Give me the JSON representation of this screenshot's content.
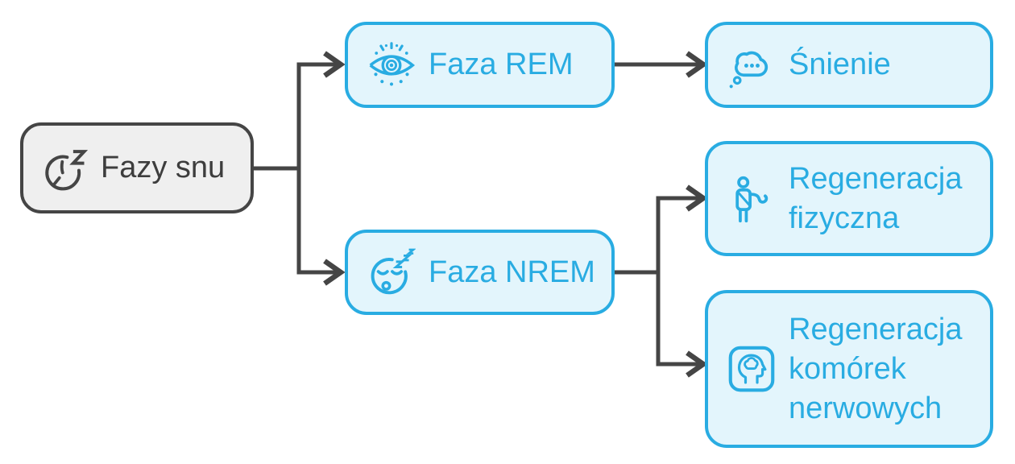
{
  "diagram": {
    "type": "flowchart",
    "language": "pl",
    "background": "#ffffff",
    "colors": {
      "accent": "#29ACE2",
      "accent_node_bg": "#E3F5FC",
      "root_node_bg": "#EFEFEF",
      "root_node_border": "#454545",
      "root_text": "#3D3D3D",
      "connector": "#454545"
    },
    "nodes": [
      {
        "id": "fazy-snu",
        "label": "Fazy snu",
        "icon": "sleep-clock-icon",
        "level": "root"
      },
      {
        "id": "faza-rem",
        "label": "Faza REM",
        "icon": "rem-eye-icon",
        "level": "branch"
      },
      {
        "id": "snienie",
        "label": "Śnienie",
        "icon": "dream-bubble-icon",
        "level": "leaf"
      },
      {
        "id": "faza-nrem",
        "label": "Faza NREM",
        "icon": "sleeping-face-icon",
        "level": "branch"
      },
      {
        "id": "regeneracja-fizyczna",
        "label": "Regeneracja fizyczna",
        "icon": "person-flex-icon",
        "level": "leaf"
      },
      {
        "id": "regeneracja-komorek",
        "label": "Regeneracja komórek nerwowych",
        "icon": "head-brain-icon",
        "level": "leaf"
      }
    ],
    "edges": [
      {
        "from": "fazy-snu",
        "to": "faza-rem"
      },
      {
        "from": "fazy-snu",
        "to": "faza-nrem"
      },
      {
        "from": "faza-rem",
        "to": "snienie"
      },
      {
        "from": "faza-nrem",
        "to": "regeneracja-fizyczna"
      },
      {
        "from": "faza-nrem",
        "to": "regeneracja-komorek"
      }
    ]
  }
}
